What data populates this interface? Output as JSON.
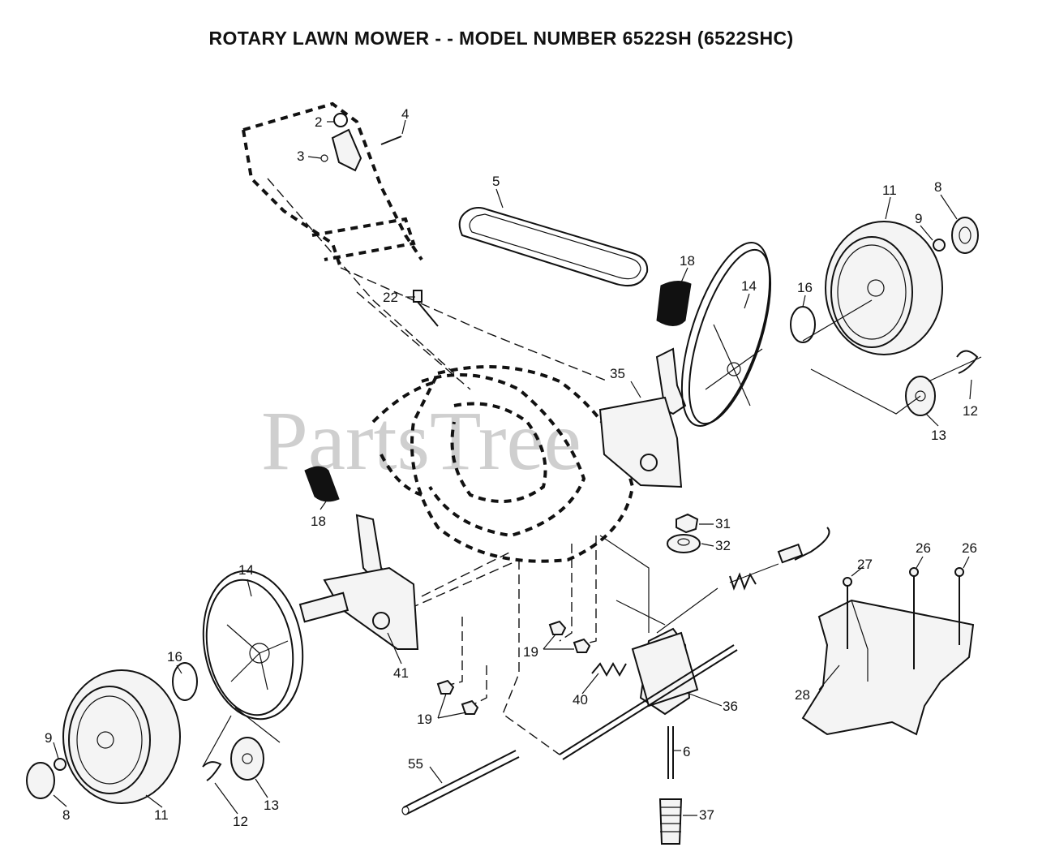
{
  "title": "ROTARY LAWN MOWER - - MODEL NUMBER 6522SH (6522SHC)",
  "watermark": "PartsTree",
  "callouts": [
    "2",
    "4",
    "3",
    "5",
    "11",
    "8",
    "9",
    "18",
    "14",
    "16",
    "22",
    "35",
    "12",
    "13",
    "18",
    "31",
    "32",
    "14",
    "27",
    "26",
    "26",
    "41",
    "19",
    "16",
    "9",
    "40",
    "36",
    "28",
    "19",
    "55",
    "6",
    "8",
    "11",
    "12",
    "13",
    "37"
  ]
}
